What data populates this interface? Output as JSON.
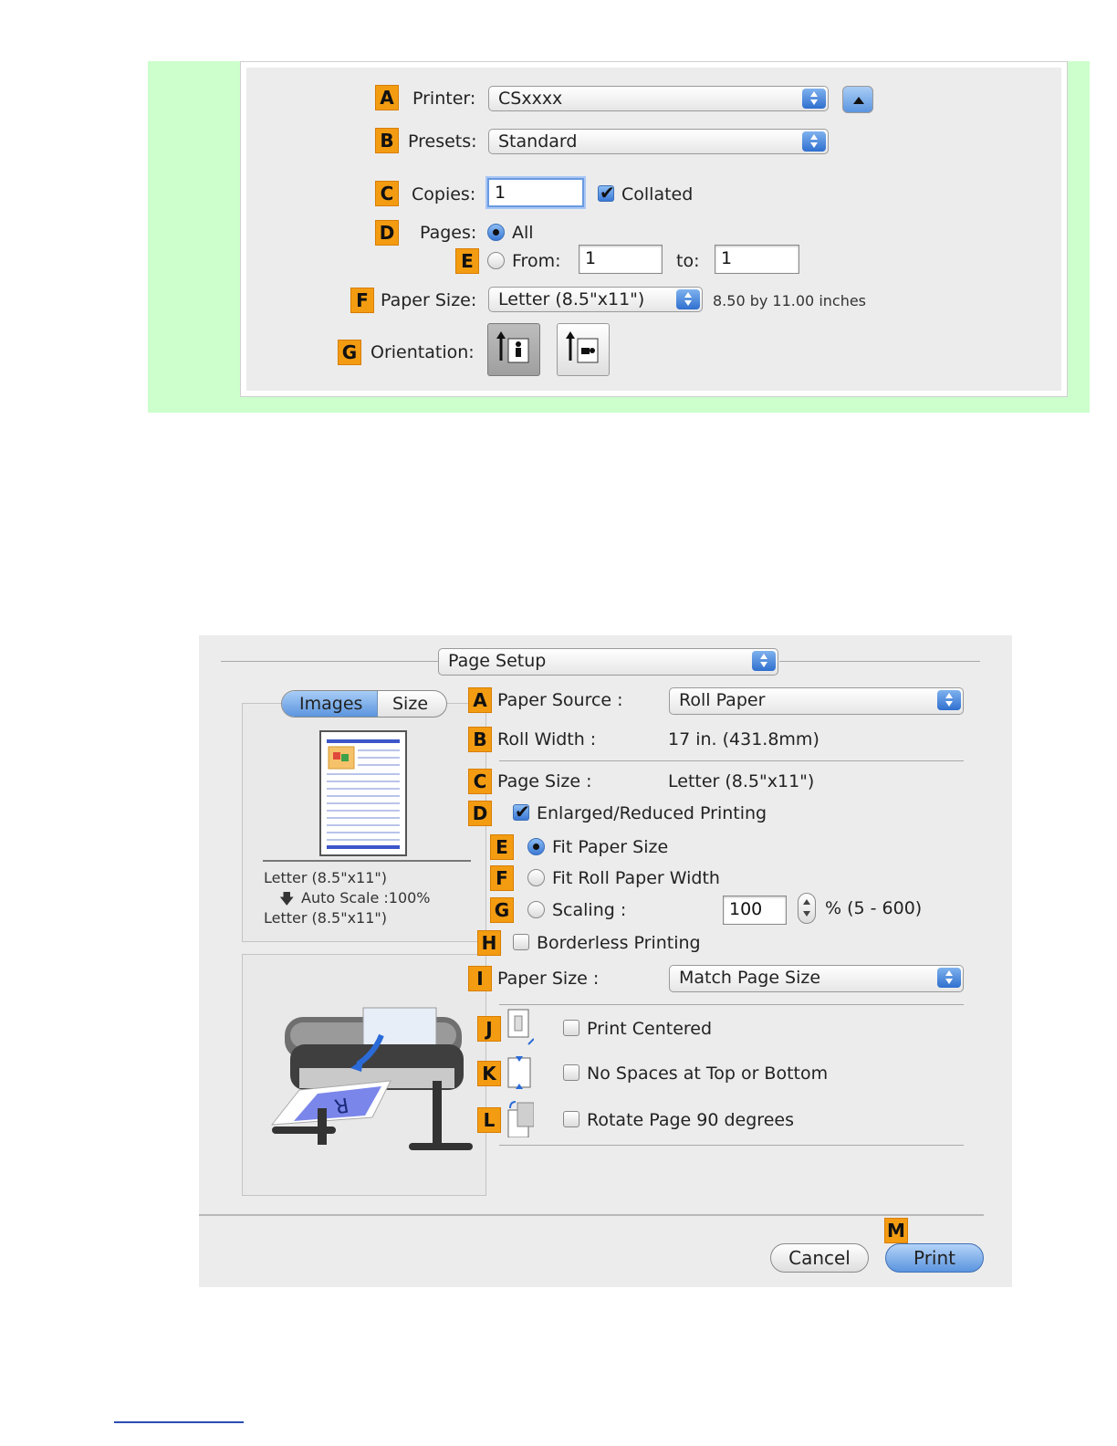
{
  "print_dialog": {
    "printer": {
      "badge": "A",
      "label": "Printer:",
      "value": "CSxxxx"
    },
    "presets": {
      "badge": "B",
      "label": "Presets:",
      "value": "Standard"
    },
    "copies": {
      "badge": "C",
      "label": "Copies:",
      "value": "1",
      "collated_label": "Collated",
      "collated": true
    },
    "pages": {
      "badge": "D",
      "label": "Pages:",
      "all_label": "All",
      "all_selected": true
    },
    "range": {
      "badge": "E",
      "from_label": "From:",
      "from_value": "1",
      "to_label": "to:",
      "to_value": "1"
    },
    "paper_size": {
      "badge": "F",
      "label": "Paper Size:",
      "value": "Letter (8.5\"x11\")",
      "dimensions": "8.50 by 11.00 inches"
    },
    "orientation": {
      "badge": "G",
      "label": "Orientation:",
      "selected": "portrait"
    }
  },
  "page_setup": {
    "panel_menu": "Page Setup",
    "tabs": [
      {
        "label": "Images",
        "active": true
      },
      {
        "label": "Size",
        "active": false
      }
    ],
    "preview": {
      "input_size": "Letter (8.5\"x11\")",
      "scale": "Auto Scale :100%",
      "output_size": "Letter (8.5\"x11\")"
    },
    "paper_source": {
      "badge": "A",
      "label": "Paper Source :",
      "value": "Roll Paper"
    },
    "roll_width": {
      "badge": "B",
      "label": "Roll Width :",
      "value": "17 in. (431.8mm)"
    },
    "page_size": {
      "badge": "C",
      "label": "Page Size :",
      "value": "Letter (8.5\"x11\")"
    },
    "enlarged_reduced": {
      "badge": "D",
      "label": "Enlarged/Reduced Printing",
      "checked": true
    },
    "fit_paper_size": {
      "badge": "E",
      "label": "Fit Paper Size",
      "selected": true
    },
    "fit_roll_width": {
      "badge": "F",
      "label": "Fit Roll Paper Width",
      "selected": false
    },
    "scaling": {
      "badge": "G",
      "label": "Scaling :",
      "value": "100",
      "range": "% (5 - 600)",
      "selected": false
    },
    "borderless": {
      "badge": "H",
      "label": "Borderless Printing",
      "checked": false
    },
    "paper_size": {
      "badge": "I",
      "label": "Paper Size :",
      "value": "Match Page Size"
    },
    "print_centered": {
      "badge": "J",
      "label": "Print Centered",
      "checked": false
    },
    "no_spaces": {
      "badge": "K",
      "label": "No Spaces at Top or Bottom",
      "checked": false
    },
    "rotate": {
      "badge": "L",
      "label": "Rotate Page 90 degrees",
      "checked": false
    },
    "print_badge": "M",
    "cancel_label": "Cancel",
    "print_label": "Print"
  },
  "colors": {
    "badge": "#f39c12",
    "panel_bg": "#ccffcc",
    "dialog_bg": "#ececec",
    "accent": "#3b79d6",
    "link": "#2a4db5"
  }
}
